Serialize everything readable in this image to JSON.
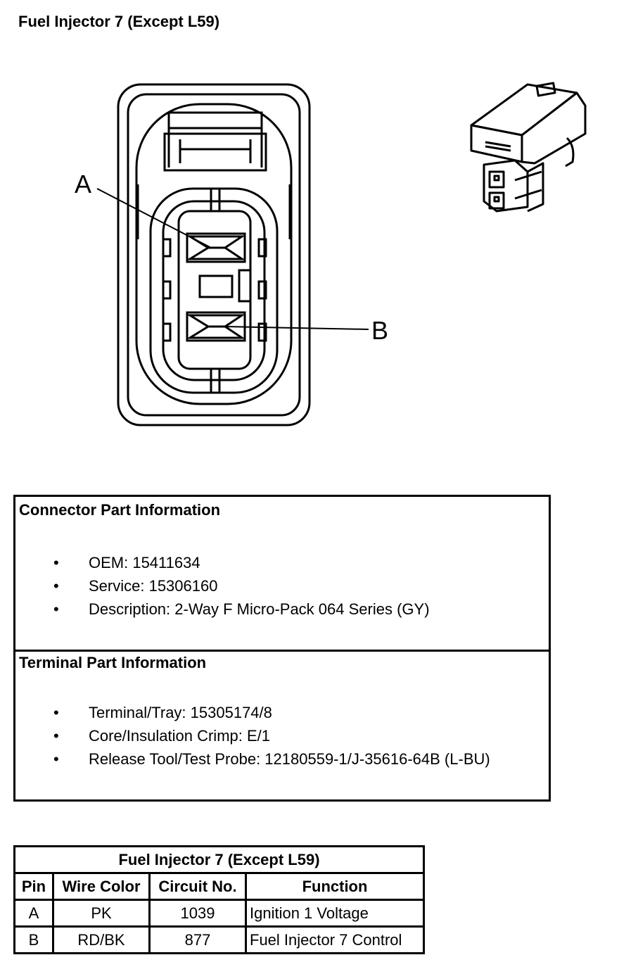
{
  "page": {
    "title": "Fuel Injector 7 (Except L59)"
  },
  "diagram": {
    "pin_labels": [
      "A",
      "B"
    ]
  },
  "connector_info": {
    "heading": "Connector Part Information",
    "items": [
      "OEM: 15411634",
      "Service: 15306160",
      "Description: 2-Way F Micro-Pack 064 Series (GY)"
    ]
  },
  "terminal_info": {
    "heading": "Terminal Part Information",
    "items": [
      "Terminal/Tray: 15305174/8",
      "Core/Insulation Crimp: E/1",
      "Release Tool/Test Probe: 12180559-1/J-35616-64B (L-BU)"
    ]
  },
  "bullet_glyph": "•",
  "pin_table": {
    "title": "Fuel Injector 7 (Except L59)",
    "headers": [
      "Pin",
      "Wire Color",
      "Circuit No.",
      "Function"
    ],
    "rows": [
      [
        "A",
        "PK",
        "1039",
        "Ignition 1 Voltage"
      ],
      [
        "B",
        "RD/BK",
        "877",
        "Fuel Injector 7 Control"
      ]
    ]
  }
}
